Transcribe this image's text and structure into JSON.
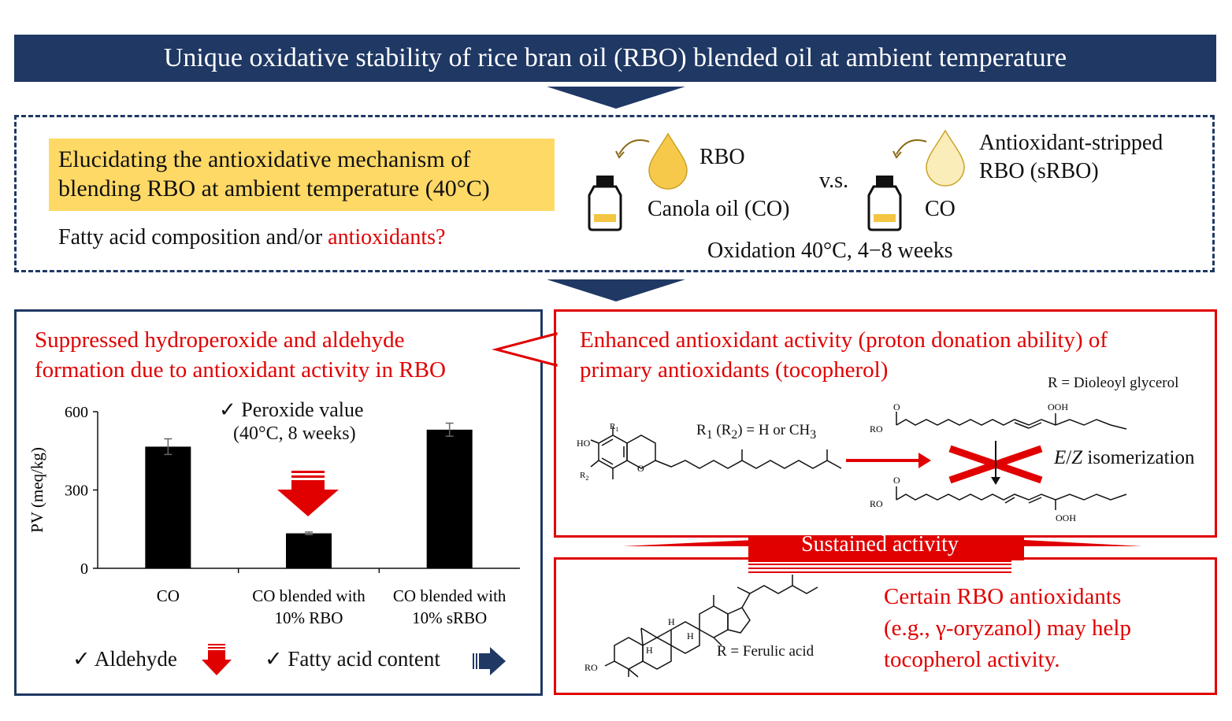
{
  "title": "Unique oxidative stability of rice bran oil (RBO) blended oil at ambient temperature",
  "top": {
    "question_box": "Elucidating the antioxidative mechanism of blending RBO at ambient temperature (40°C)",
    "question": "Fatty acid composition and/or ",
    "question_red": "antioxidants?",
    "rbo_label": "RBO",
    "co_label_left": "Canola oil (CO)",
    "vs": "v.s.",
    "srbo_label_1": "Antioxidant-stripped",
    "srbo_label_2": "RBO (sRBO)",
    "co_label_right": "CO",
    "oxidation": "Oxidation 40°C, 4−8 weeks"
  },
  "left_panel": {
    "heading_1": "Suppressed hydroperoxide and aldehyde",
    "heading_2": "formation due to antioxidant activity in RBO",
    "check": "✓",
    "chart_title_1": "Peroxide value",
    "chart_title_2": "(40°C, 8 weeks)",
    "aldehyde": "Aldehyde",
    "fatty_acid": "Fatty acid content"
  },
  "right_panel": {
    "heading_1": "Enhanced antioxidant activity (proton donation ability) of",
    "heading_2": "primary antioxidants (tocopherol)",
    "r_dioleoyl": "R = Dioleoyl glycerol",
    "r1r2_prefix": "R",
    "r1r2_sub1": "1",
    "r1r2_mid": " (R",
    "r1r2_sub2": "2",
    "r1r2_suffix": ") = H or CH",
    "r1r2_sub3": "3",
    "isomerization_e": "E",
    "isomerization_slash": "/",
    "isomerization_z": "Z",
    "isomerization_rest": " isomerization",
    "ho": "HO",
    "r1": "R",
    "r1_sub": "1",
    "r2": "R",
    "r2_sub": "2",
    "o": "O",
    "ro": "RO",
    "ooh": "OOH",
    "sustained": "Sustained activity",
    "r_ferulic": "R = Ferulic acid",
    "h": "H",
    "certain_1": "Certain RBO antioxidants",
    "certain_2": "(e.g., γ-oryzanol) may help",
    "certain_3": "tocopherol activity."
  },
  "colors": {
    "navy": "#1f3864",
    "red": "#e00000",
    "yellow": "#ffd966",
    "oil": "#f4c542"
  },
  "chart_data": {
    "type": "bar",
    "title": "Peroxide value (40°C, 8 weeks)",
    "ylabel": "PV (meq/kg)",
    "ylim": [
      0,
      600
    ],
    "yticks": [
      "0",
      "300",
      "600"
    ],
    "categories": [
      "CO",
      "CO blended with 10% RBO",
      "CO blended with 10% sRBO"
    ],
    "category_lines": [
      [
        "CO"
      ],
      [
        "CO blended with",
        "10% RBO"
      ],
      [
        "CO blended with",
        "10% sRBO"
      ]
    ],
    "values": [
      466,
      134,
      531
    ],
    "errors": [
      30,
      5,
      25
    ],
    "bar_color": "#000000"
  }
}
